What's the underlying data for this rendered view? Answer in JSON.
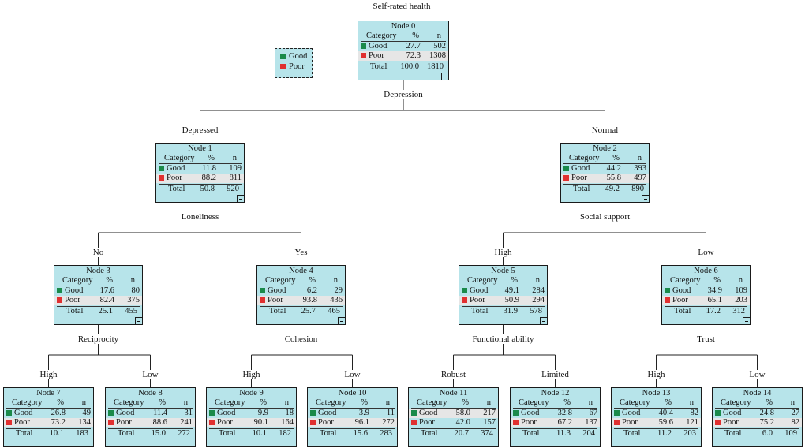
{
  "title": "Self-rated health",
  "colors": {
    "good": "#1a8a4a",
    "poor": "#e03030",
    "node_bg": "#b7e4ea"
  },
  "legend": [
    {
      "label": "Good",
      "color": "#1a8a4a"
    },
    {
      "label": "Poor",
      "color": "#e03030"
    }
  ],
  "header": {
    "category": "Category",
    "pct": "%",
    "n": "n"
  },
  "row_labels": {
    "good": "Good",
    "poor": "Poor",
    "total": "Total"
  },
  "nodes": [
    {
      "id": 0,
      "name": "Node 0",
      "good": [
        "27.7",
        "502"
      ],
      "poor": [
        "72.3",
        "1308"
      ],
      "total": [
        "100.0",
        "1810"
      ],
      "highlight": "poor",
      "children": [
        1,
        2
      ]
    },
    {
      "id": 1,
      "name": "Node 1",
      "good": [
        "11.8",
        "109"
      ],
      "poor": [
        "88.2",
        "811"
      ],
      "total": [
        "50.8",
        "920"
      ],
      "highlight": "poor",
      "children": [
        3,
        4
      ]
    },
    {
      "id": 2,
      "name": "Node 2",
      "good": [
        "44.2",
        "393"
      ],
      "poor": [
        "55.8",
        "497"
      ],
      "total": [
        "49.2",
        "890"
      ],
      "highlight": "poor",
      "children": [
        5,
        6
      ]
    },
    {
      "id": 3,
      "name": "Node 3",
      "good": [
        "17.6",
        "80"
      ],
      "poor": [
        "82.4",
        "375"
      ],
      "total": [
        "25.1",
        "455"
      ],
      "highlight": "poor",
      "children": [
        7,
        8
      ]
    },
    {
      "id": 4,
      "name": "Node 4",
      "good": [
        "6.2",
        "29"
      ],
      "poor": [
        "93.8",
        "436"
      ],
      "total": [
        "25.7",
        "465"
      ],
      "highlight": "poor",
      "children": [
        9,
        10
      ]
    },
    {
      "id": 5,
      "name": "Node 5",
      "good": [
        "49.1",
        "284"
      ],
      "poor": [
        "50.9",
        "294"
      ],
      "total": [
        "31.9",
        "578"
      ],
      "highlight": "poor",
      "children": [
        11,
        12
      ]
    },
    {
      "id": 6,
      "name": "Node 6",
      "good": [
        "34.9",
        "109"
      ],
      "poor": [
        "65.1",
        "203"
      ],
      "total": [
        "17.2",
        "312"
      ],
      "highlight": "poor",
      "children": [
        13,
        14
      ]
    },
    {
      "id": 7,
      "name": "Node 7",
      "good": [
        "26.8",
        "49"
      ],
      "poor": [
        "73.2",
        "134"
      ],
      "total": [
        "10.1",
        "183"
      ],
      "highlight": "poor",
      "children": []
    },
    {
      "id": 8,
      "name": "Node 8",
      "good": [
        "11.4",
        "31"
      ],
      "poor": [
        "88.6",
        "241"
      ],
      "total": [
        "15.0",
        "272"
      ],
      "highlight": "poor",
      "children": []
    },
    {
      "id": 9,
      "name": "Node 9",
      "good": [
        "9.9",
        "18"
      ],
      "poor": [
        "90.1",
        "164"
      ],
      "total": [
        "10.1",
        "182"
      ],
      "highlight": "poor",
      "children": []
    },
    {
      "id": 10,
      "name": "Node 10",
      "good": [
        "3.9",
        "11"
      ],
      "poor": [
        "96.1",
        "272"
      ],
      "total": [
        "15.6",
        "283"
      ],
      "highlight": "poor",
      "children": []
    },
    {
      "id": 11,
      "name": "Node 11",
      "good": [
        "58.0",
        "217"
      ],
      "poor": [
        "42.0",
        "157"
      ],
      "total": [
        "20.7",
        "374"
      ],
      "highlight": "good",
      "children": []
    },
    {
      "id": 12,
      "name": "Node 12",
      "good": [
        "32.8",
        "67"
      ],
      "poor": [
        "67.2",
        "137"
      ],
      "total": [
        "11.3",
        "204"
      ],
      "highlight": "poor",
      "children": []
    },
    {
      "id": 13,
      "name": "Node 13",
      "good": [
        "40.4",
        "82"
      ],
      "poor": [
        "59.6",
        "121"
      ],
      "total": [
        "11.2",
        "203"
      ],
      "highlight": "poor",
      "children": []
    },
    {
      "id": 14,
      "name": "Node 14",
      "good": [
        "24.8",
        "27"
      ],
      "poor": [
        "75.2",
        "82"
      ],
      "total": [
        "6.0",
        "109"
      ],
      "highlight": "poor",
      "children": []
    }
  ],
  "splits": [
    {
      "parent": 0,
      "variable": "Depression",
      "branches": [
        "Depressed",
        "Normal"
      ]
    },
    {
      "parent": 1,
      "variable": "Loneliness",
      "branches": [
        "No",
        "Yes"
      ]
    },
    {
      "parent": 2,
      "variable": "Social support",
      "branches": [
        "High",
        "Low"
      ]
    },
    {
      "parent": 3,
      "variable": "Reciprocity",
      "branches": [
        "High",
        "Low"
      ]
    },
    {
      "parent": 4,
      "variable": "Cohesion",
      "branches": [
        "High",
        "Low"
      ]
    },
    {
      "parent": 5,
      "variable": "Functional ability",
      "branches": [
        "Robust",
        "Limited"
      ]
    },
    {
      "parent": 6,
      "variable": "Trust",
      "branches": [
        "High",
        "Low"
      ]
    }
  ]
}
